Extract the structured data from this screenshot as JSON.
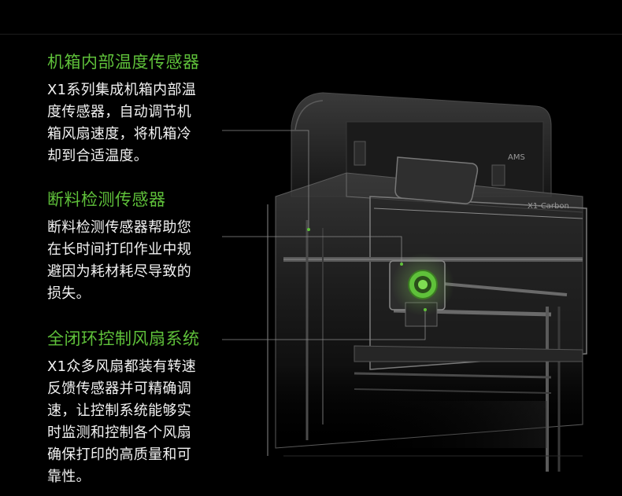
{
  "features": [
    {
      "title": "机箱内部温度传感器",
      "description": "X1系列集成机箱内部温\n度传感器，自动调节机\n箱风扇速度，将机箱冷\n却到合适温度。"
    },
    {
      "title": "断料检测传感器",
      "description": "断料检测传感器帮助您\n在长时间打印作业中规\n避因为耗材耗尽导致的\n损失。"
    },
    {
      "title": "全闭环控制风扇系统",
      "description": "X1众多风扇都装有转速\n反馈传感器并可精确调\n速，让控制系统能够实\n时监测和控制各个风扇\n确保打印的高质量和可\n靠性。"
    }
  ],
  "printer_labels": {
    "ams": "AMS",
    "model": "X1-Carbon"
  },
  "colors": {
    "accent": "#5fc13a",
    "background": "#000000",
    "text": "#f2f2f2"
  }
}
